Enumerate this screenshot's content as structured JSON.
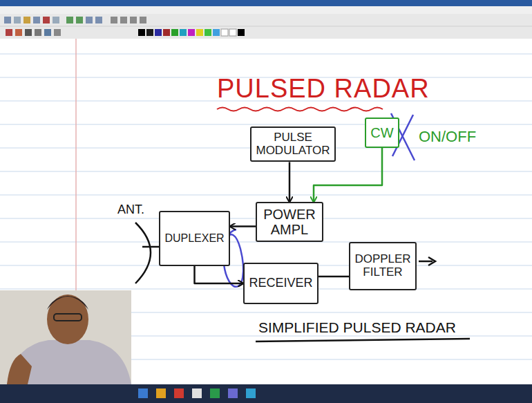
{
  "diagram": {
    "title": "PULSED RADAR",
    "caption": "SIMPLIFIED PULSED RADAR",
    "nodes": [
      {
        "text": [
          "PULSE MODULATOR"
        ]
      },
      {
        "text": [
          "CW"
        ]
      },
      {
        "text": [
          "POWER AMPL"
        ]
      },
      {
        "text": [
          "DUPLEXER"
        ]
      },
      {
        "text": [
          "RECEIVER"
        ]
      },
      {
        "text": [
          "DOPPLER FILTER"
        ]
      }
    ],
    "edges": [
      {
        "from": 0,
        "to": 2,
        "arrow": "to"
      },
      {
        "from": 1,
        "to": 2,
        "arrow": "to"
      },
      {
        "from": 2,
        "to": 3,
        "arrow": "to"
      },
      {
        "from": 3,
        "to": 4,
        "arrow": "to"
      },
      {
        "from": 4,
        "to": 5,
        "arrow": "none"
      }
    ],
    "labels": [
      "ANT.",
      "ON/OFF"
    ]
  }
}
